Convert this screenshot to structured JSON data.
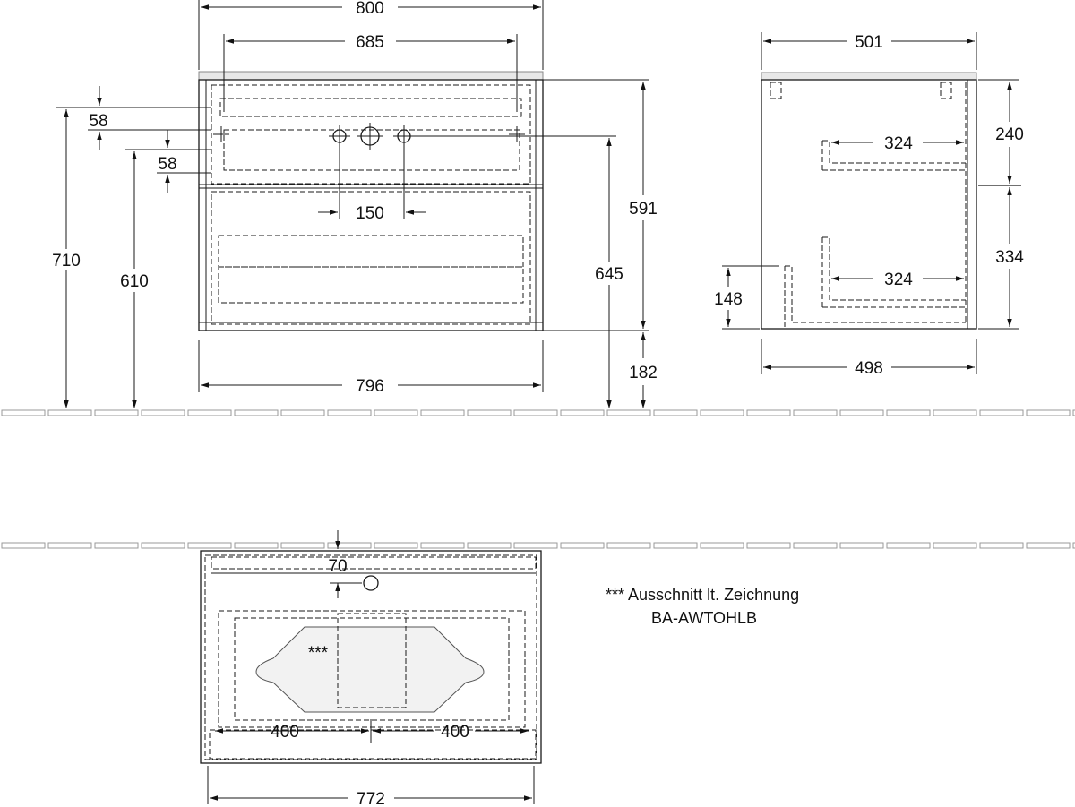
{
  "front_view": {
    "width_total": "800",
    "width_inner": "685",
    "height_total": "710",
    "inlet_1": "58",
    "inlet_2": "58",
    "height_610": "610",
    "tap_spacing": "150",
    "height_591": "591",
    "height_645": "645",
    "base_width": "796",
    "floor_clearance": "182"
  },
  "side_view": {
    "depth_top": "501",
    "shelf_upper": "324",
    "shelf_lower": "324",
    "height_upper": "240",
    "height_lower": "334",
    "height_148": "148",
    "depth_bottom": "498"
  },
  "top_view": {
    "offset_70": "70",
    "half_left": "400",
    "half_right": "400",
    "width_bottom": "772",
    "cutout_marker": "***"
  },
  "notes": {
    "line1": "*** Ausschnitt lt. Zeichnung",
    "line2": "BA-AWTOHLB"
  }
}
